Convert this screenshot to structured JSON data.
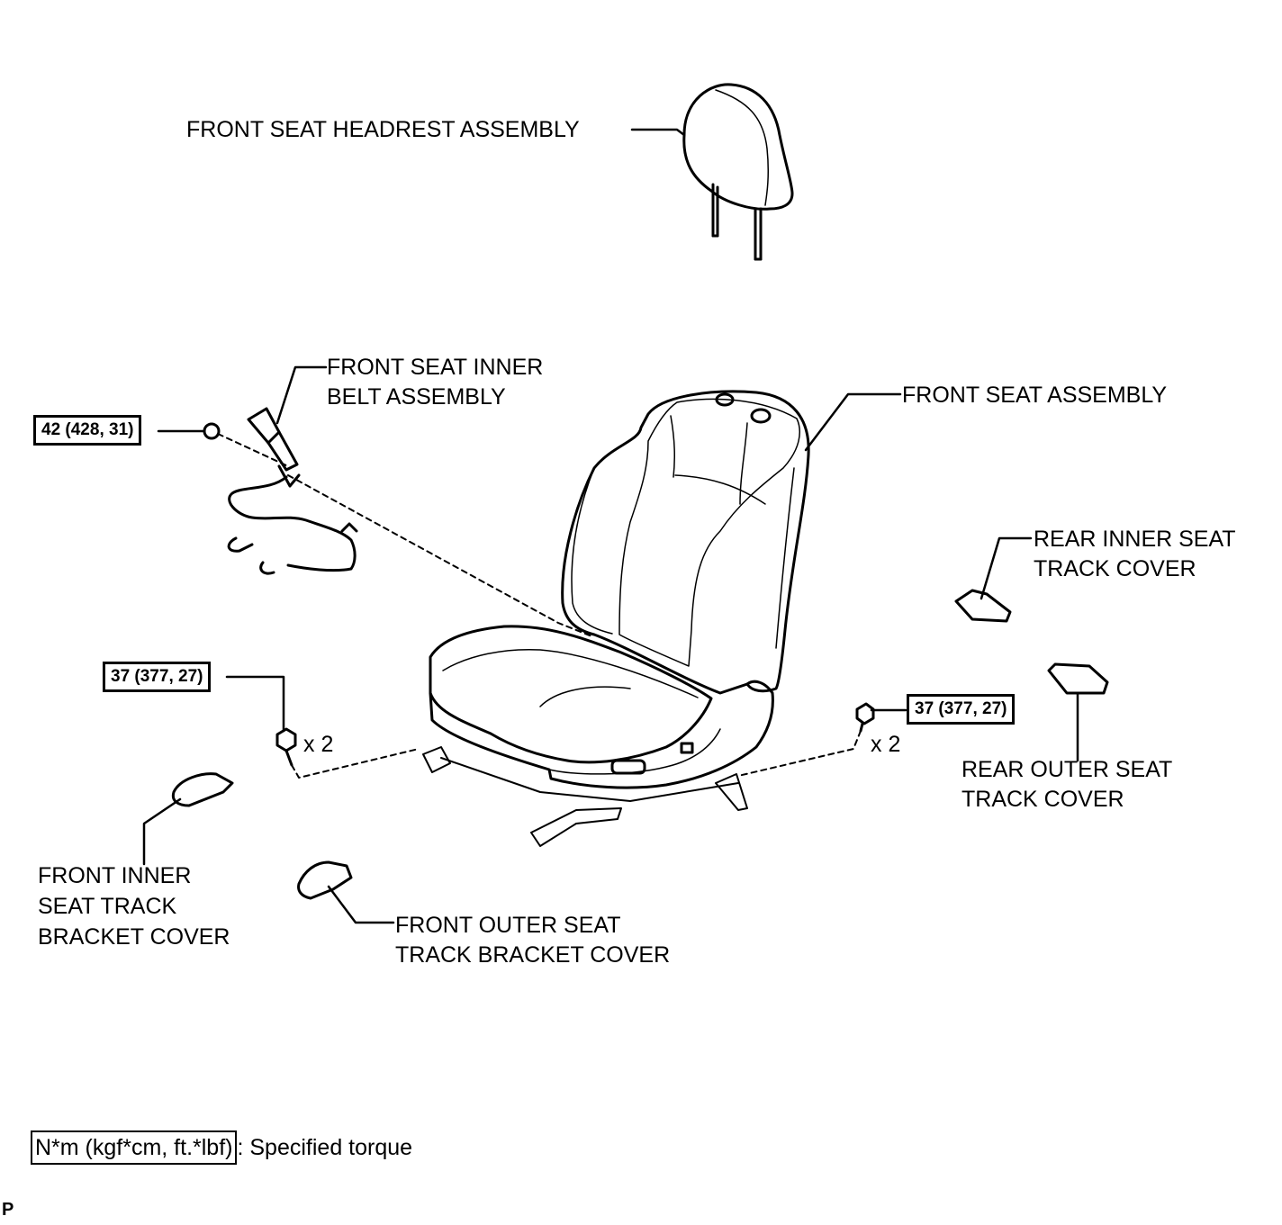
{
  "labels": {
    "headrest": "FRONT SEAT HEADREST ASSEMBLY",
    "inner_belt": [
      "FRONT SEAT INNER",
      "BELT ASSEMBLY"
    ],
    "seat_assembly": "FRONT SEAT ASSEMBLY",
    "rear_inner_cover": [
      "REAR INNER SEAT",
      "TRACK COVER"
    ],
    "rear_outer_cover": [
      "REAR OUTER SEAT",
      "TRACK COVER"
    ],
    "front_inner_cover": [
      "FRONT INNER",
      "SEAT TRACK",
      "BRACKET COVER"
    ],
    "front_outer_cover": [
      "FRONT OUTER SEAT",
      "TRACK BRACKET COVER"
    ]
  },
  "torques": {
    "belt_nut": "42 (428, 31)",
    "front_bolts": "37 (377, 27)",
    "rear_bolts": "37 (377, 27)"
  },
  "quantities": {
    "front_bolts": "x 2",
    "rear_bolts": "x 2"
  },
  "legend": {
    "unit_box": "N*m (kgf*cm, ft.*lbf)",
    "text": ": Specified torque"
  },
  "figure_id": "P"
}
